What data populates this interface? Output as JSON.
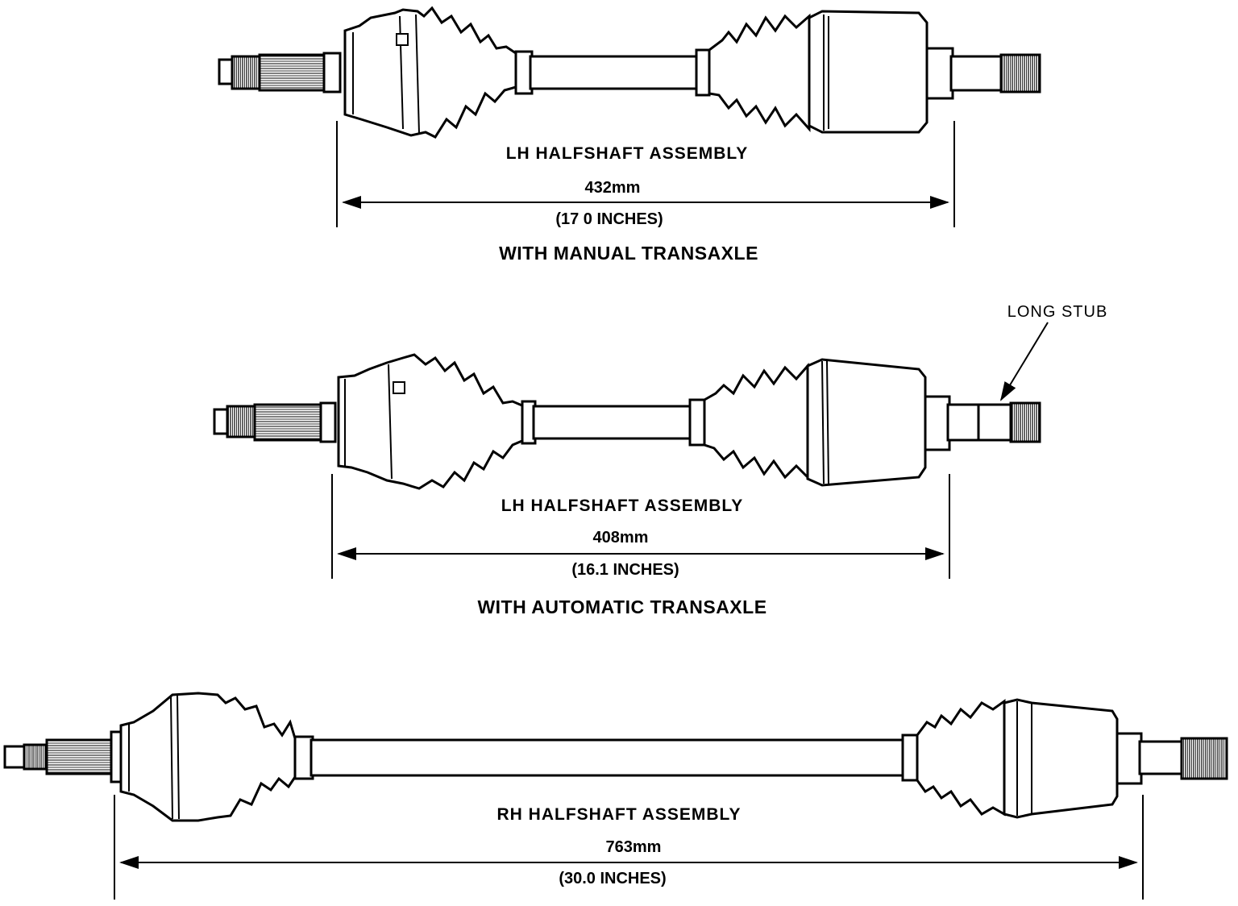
{
  "colors": {
    "ink": "#000000",
    "paper": "#ffffff"
  },
  "figure_1": {
    "title": "LH HALFSHAFT ASSEMBLY",
    "length_mm": "432mm",
    "length_in": "(17 0 INCHES)",
    "caption": "WITH MANUAL TRANSAXLE"
  },
  "figure_2": {
    "title": "LH HALFSHAFT ASSEMBLY",
    "length_mm": "408mm",
    "length_in": "(16.1 INCHES)",
    "caption": "WITH AUTOMATIC TRANSAXLE",
    "callout": "LONG STUB"
  },
  "figure_3": {
    "title": "RH HALFSHAFT ASSEMBLY",
    "length_mm": "763mm",
    "length_in": "(30.0 INCHES)"
  }
}
